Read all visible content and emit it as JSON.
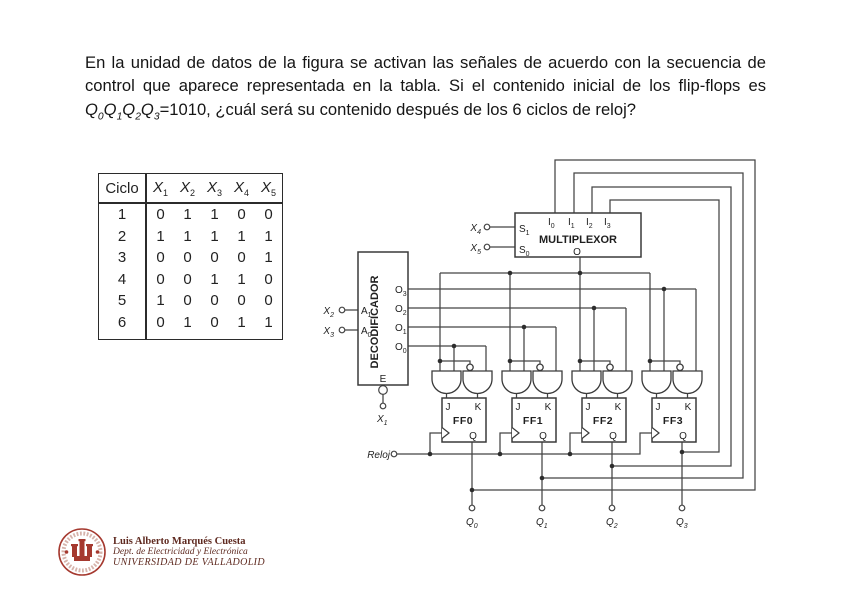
{
  "colors": {
    "circuit_line": "#444444",
    "text": "#151515",
    "logo_red": "#a5392f",
    "logo_text": "#5f2a20"
  },
  "question": {
    "part1": "En la unidad de datos de la figura se activan las señales de acuerdo con la secuencia de control que aparece representada en la tabla. Si el contenido inicial de los flip-flops es ",
    "flipflop_vars": [
      {
        "base": "Q",
        "sub": "0"
      },
      {
        "base": "Q",
        "sub": "1"
      },
      {
        "base": "Q",
        "sub": "2"
      },
      {
        "base": "Q",
        "sub": "3"
      }
    ],
    "part2": "=1010, ¿cuál será su contenido después de los 6 ciclos de reloj?"
  },
  "table": {
    "cycle_header": "Ciclo",
    "signal_headers": [
      {
        "base": "X",
        "sub": "1"
      },
      {
        "base": "X",
        "sub": "2"
      },
      {
        "base": "X",
        "sub": "3"
      },
      {
        "base": "X",
        "sub": "4"
      },
      {
        "base": "X",
        "sub": "5"
      }
    ],
    "rows": [
      {
        "cycle": "1",
        "values": [
          "0",
          "1",
          "1",
          "0",
          "0"
        ]
      },
      {
        "cycle": "2",
        "values": [
          "1",
          "1",
          "1",
          "1",
          "1"
        ]
      },
      {
        "cycle": "3",
        "values": [
          "0",
          "0",
          "0",
          "0",
          "1"
        ]
      },
      {
        "cycle": "4",
        "values": [
          "0",
          "0",
          "1",
          "1",
          "0"
        ]
      },
      {
        "cycle": "5",
        "values": [
          "1",
          "0",
          "0",
          "0",
          "0"
        ]
      },
      {
        "cycle": "6",
        "values": [
          "0",
          "1",
          "0",
          "1",
          "1"
        ]
      }
    ]
  },
  "circuit": {
    "mux": {
      "title": "MULTIPLEXOR",
      "inputs": [
        {
          "base": "I",
          "sub": "0"
        },
        {
          "base": "I",
          "sub": "1"
        },
        {
          "base": "I",
          "sub": "2"
        },
        {
          "base": "I",
          "sub": "3"
        }
      ],
      "select1": {
        "base": "S",
        "sub": "1"
      },
      "select0": {
        "base": "S",
        "sub": "0"
      },
      "output": "O"
    },
    "decoder": {
      "title": "DECODIFICADOR",
      "outputs": [
        {
          "base": "O",
          "sub": "3"
        },
        {
          "base": "O",
          "sub": "2"
        },
        {
          "base": "O",
          "sub": "1"
        },
        {
          "base": "O",
          "sub": "0"
        }
      ],
      "addr1": {
        "base": "A",
        "sub": "1"
      },
      "addr0": {
        "base": "A",
        "sub": "0"
      },
      "enable": "E"
    },
    "signals": {
      "x1": {
        "base": "X",
        "sub": "1"
      },
      "x2": {
        "base": "X",
        "sub": "2"
      },
      "x3": {
        "base": "X",
        "sub": "3"
      },
      "x4": {
        "base": "X",
        "sub": "4"
      },
      "x5": {
        "base": "X",
        "sub": "5"
      }
    },
    "clock_label": "Reloj",
    "flipflops": [
      {
        "name": "FF0",
        "j": "J",
        "k": "K",
        "q": "Q"
      },
      {
        "name": "FF1",
        "j": "J",
        "k": "K",
        "q": "Q"
      },
      {
        "name": "FF2",
        "j": "J",
        "k": "K",
        "q": "Q"
      },
      {
        "name": "FF3",
        "j": "J",
        "k": "K",
        "q": "Q"
      }
    ],
    "outputs": [
      {
        "base": "Q",
        "sub": "0"
      },
      {
        "base": "Q",
        "sub": "1"
      },
      {
        "base": "Q",
        "sub": "2"
      },
      {
        "base": "Q",
        "sub": "3"
      }
    ]
  },
  "logo": {
    "line1": "Luis Alberto Marqués Cuesta",
    "line2": "Dept. de Electricidad y Electrónica",
    "line3": "UNIVERSIDAD DE VALLADOLID"
  }
}
